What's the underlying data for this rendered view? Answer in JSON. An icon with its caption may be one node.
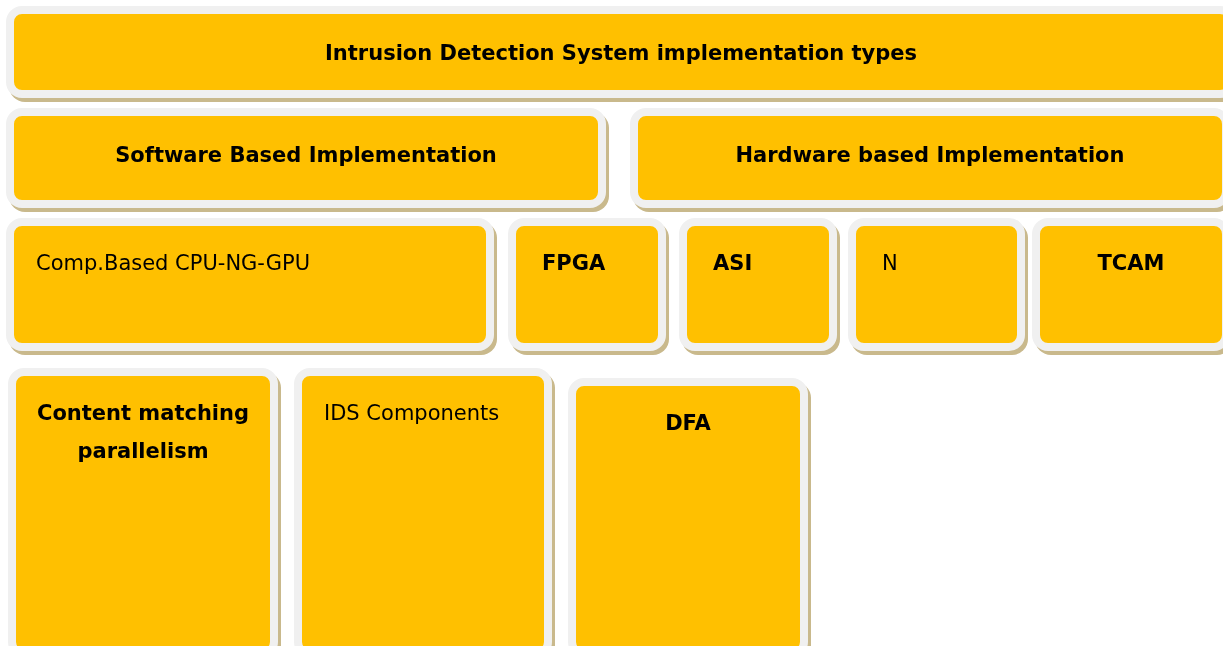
{
  "diagram": {
    "nodes": [
      {
        "text": [
          "Intrusion Detection System implementation types"
        ]
      },
      {
        "text": [
          "Software Based Implementation"
        ]
      },
      {
        "text": [
          "Hardware based Implementation"
        ]
      },
      {
        "text": [
          "Comp.Based CPU-NG-GPU"
        ]
      },
      {
        "text": [
          "FPGA"
        ]
      },
      {
        "text": [
          "ASI"
        ]
      },
      {
        "text": [
          "N"
        ]
      },
      {
        "text": [
          "TCAM"
        ]
      },
      {
        "text": [
          "Content matching parallelism"
        ]
      },
      {
        "text": [
          "IDS Components"
        ]
      },
      {
        "text": [
          "DFA"
        ]
      }
    ]
  }
}
